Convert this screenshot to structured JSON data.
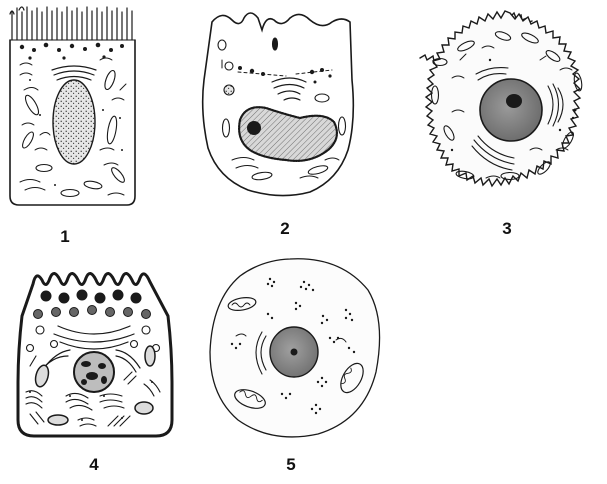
{
  "cells": [
    {
      "label": "1",
      "type": "columnar-epithelial-cell"
    },
    {
      "label": "2",
      "type": "secretory-goblet-cell"
    },
    {
      "label": "3",
      "type": "round-cell-spiny-membrane"
    },
    {
      "label": "4",
      "type": "zymogen-secretory-cell"
    },
    {
      "label": "5",
      "type": "round-cell-sparse-organelles"
    }
  ],
  "colors": {
    "ink": "#1a1a1a",
    "nucleus_gray": "#8a8a8a",
    "nucleus_dark": "#6c6c6c",
    "nucleolus": "#1a1a1a",
    "background": "#ffffff"
  }
}
